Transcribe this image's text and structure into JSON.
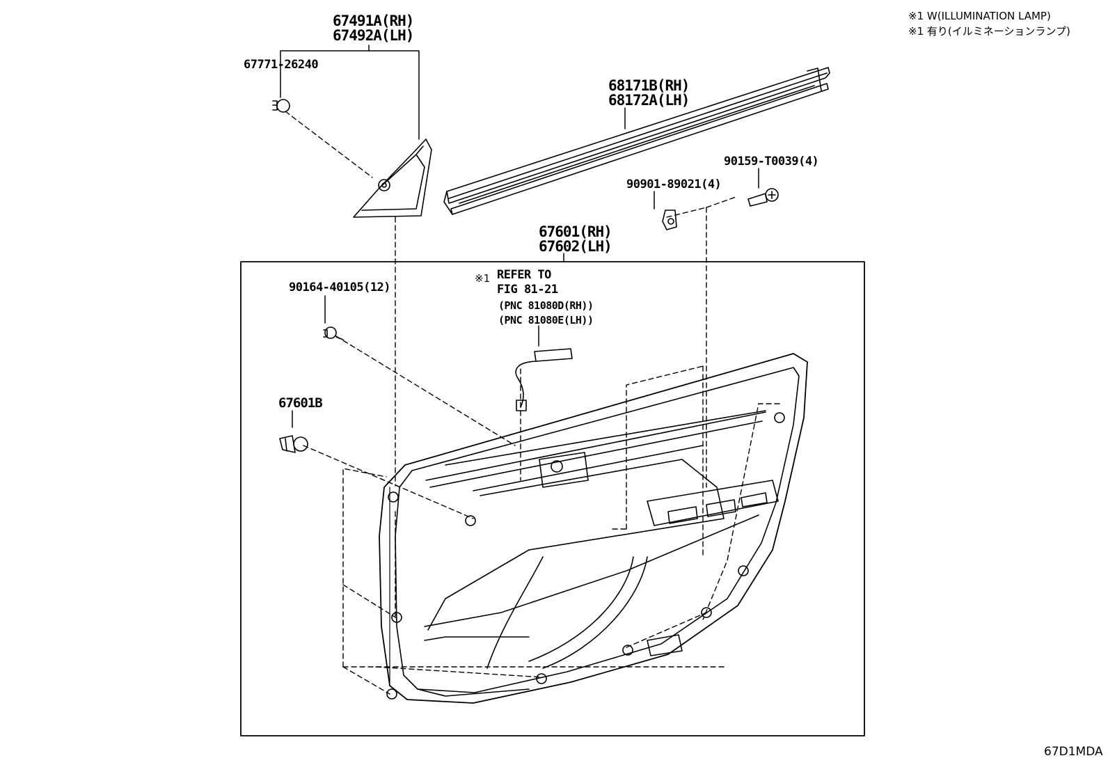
{
  "notes": {
    "line1": "※1 W(ILLUMINATION LAMP)",
    "line2": "※1 有り(イルミネーションランプ)"
  },
  "parts": {
    "p67491": {
      "line1": "67491A(RH)",
      "line2": "67492A(LH)"
    },
    "p67771": "67771-26240",
    "p68171": {
      "line1": "68171B(RH)",
      "line2": "68172A(LH)"
    },
    "p90159": "90159-T0039(4)",
    "p90901": "90901-89021(4)",
    "p67601": {
      "line1": "67601(RH)",
      "line2": "67602(LH)"
    },
    "p90164": "90164-40105(12)",
    "p67601b": "67601B"
  },
  "refer": {
    "mark": "※1",
    "line1": "REFER TO",
    "line2": "FIG 81-21",
    "line3": "(PNC 81080D(RH))",
    "line4": "(PNC 81080E(LH))"
  },
  "figure_code": "67D1MDA"
}
